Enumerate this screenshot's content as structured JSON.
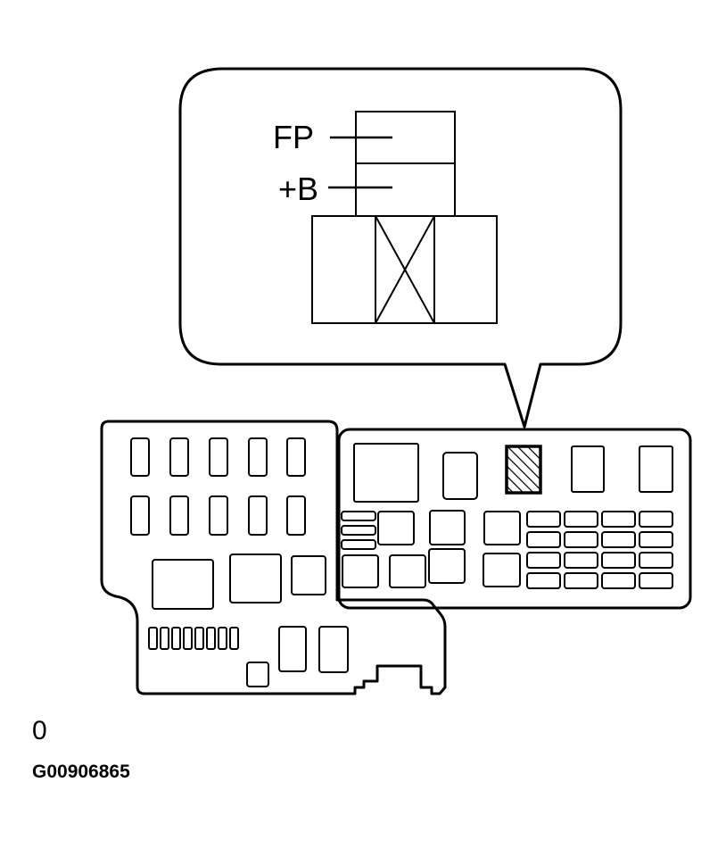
{
  "callout": {
    "terminals": [
      "FP",
      "+B"
    ]
  },
  "footer": {
    "index": "0",
    "figure_id": "G00906865"
  },
  "colors": {
    "line": "#000000",
    "background": "#ffffff"
  }
}
